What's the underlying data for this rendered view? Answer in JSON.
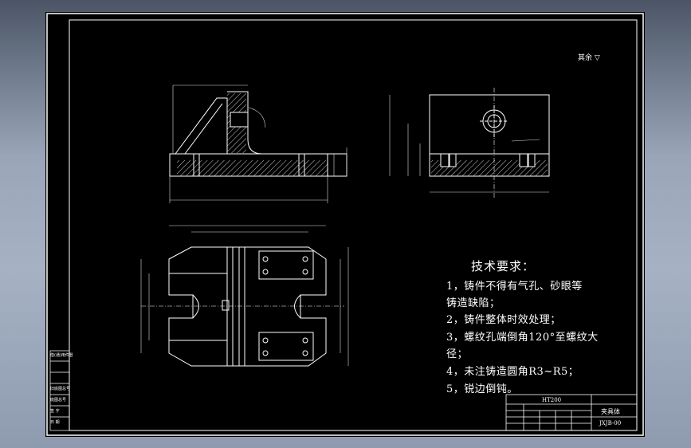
{
  "drawing": {
    "corner_note": "其余 ▽",
    "tech_requirements": {
      "title": "技术要求：",
      "items": [
        "1，铸件不得有气孔、砂眼等",
        "铸造缺陷；",
        "2，铸件整体时效处理；",
        "3，螺纹孔端倒角120°至螺纹大",
        "径；",
        "4，未注铸造圆角R3~R5；",
        "5，锐边倒钝。"
      ]
    },
    "title_block": {
      "name": "夹具体",
      "code": "JXJB-00",
      "material": "HT200"
    },
    "left_stamps": [
      "借(通)用件登记",
      "旧底图总号",
      "底图总号",
      "签 字",
      "日 期"
    ]
  },
  "colors": {
    "background": "#000000",
    "line": "#ffffff",
    "dimension": "#e6e6e6",
    "hatch": "#ffffff",
    "frame_outer": "#ffffff"
  }
}
